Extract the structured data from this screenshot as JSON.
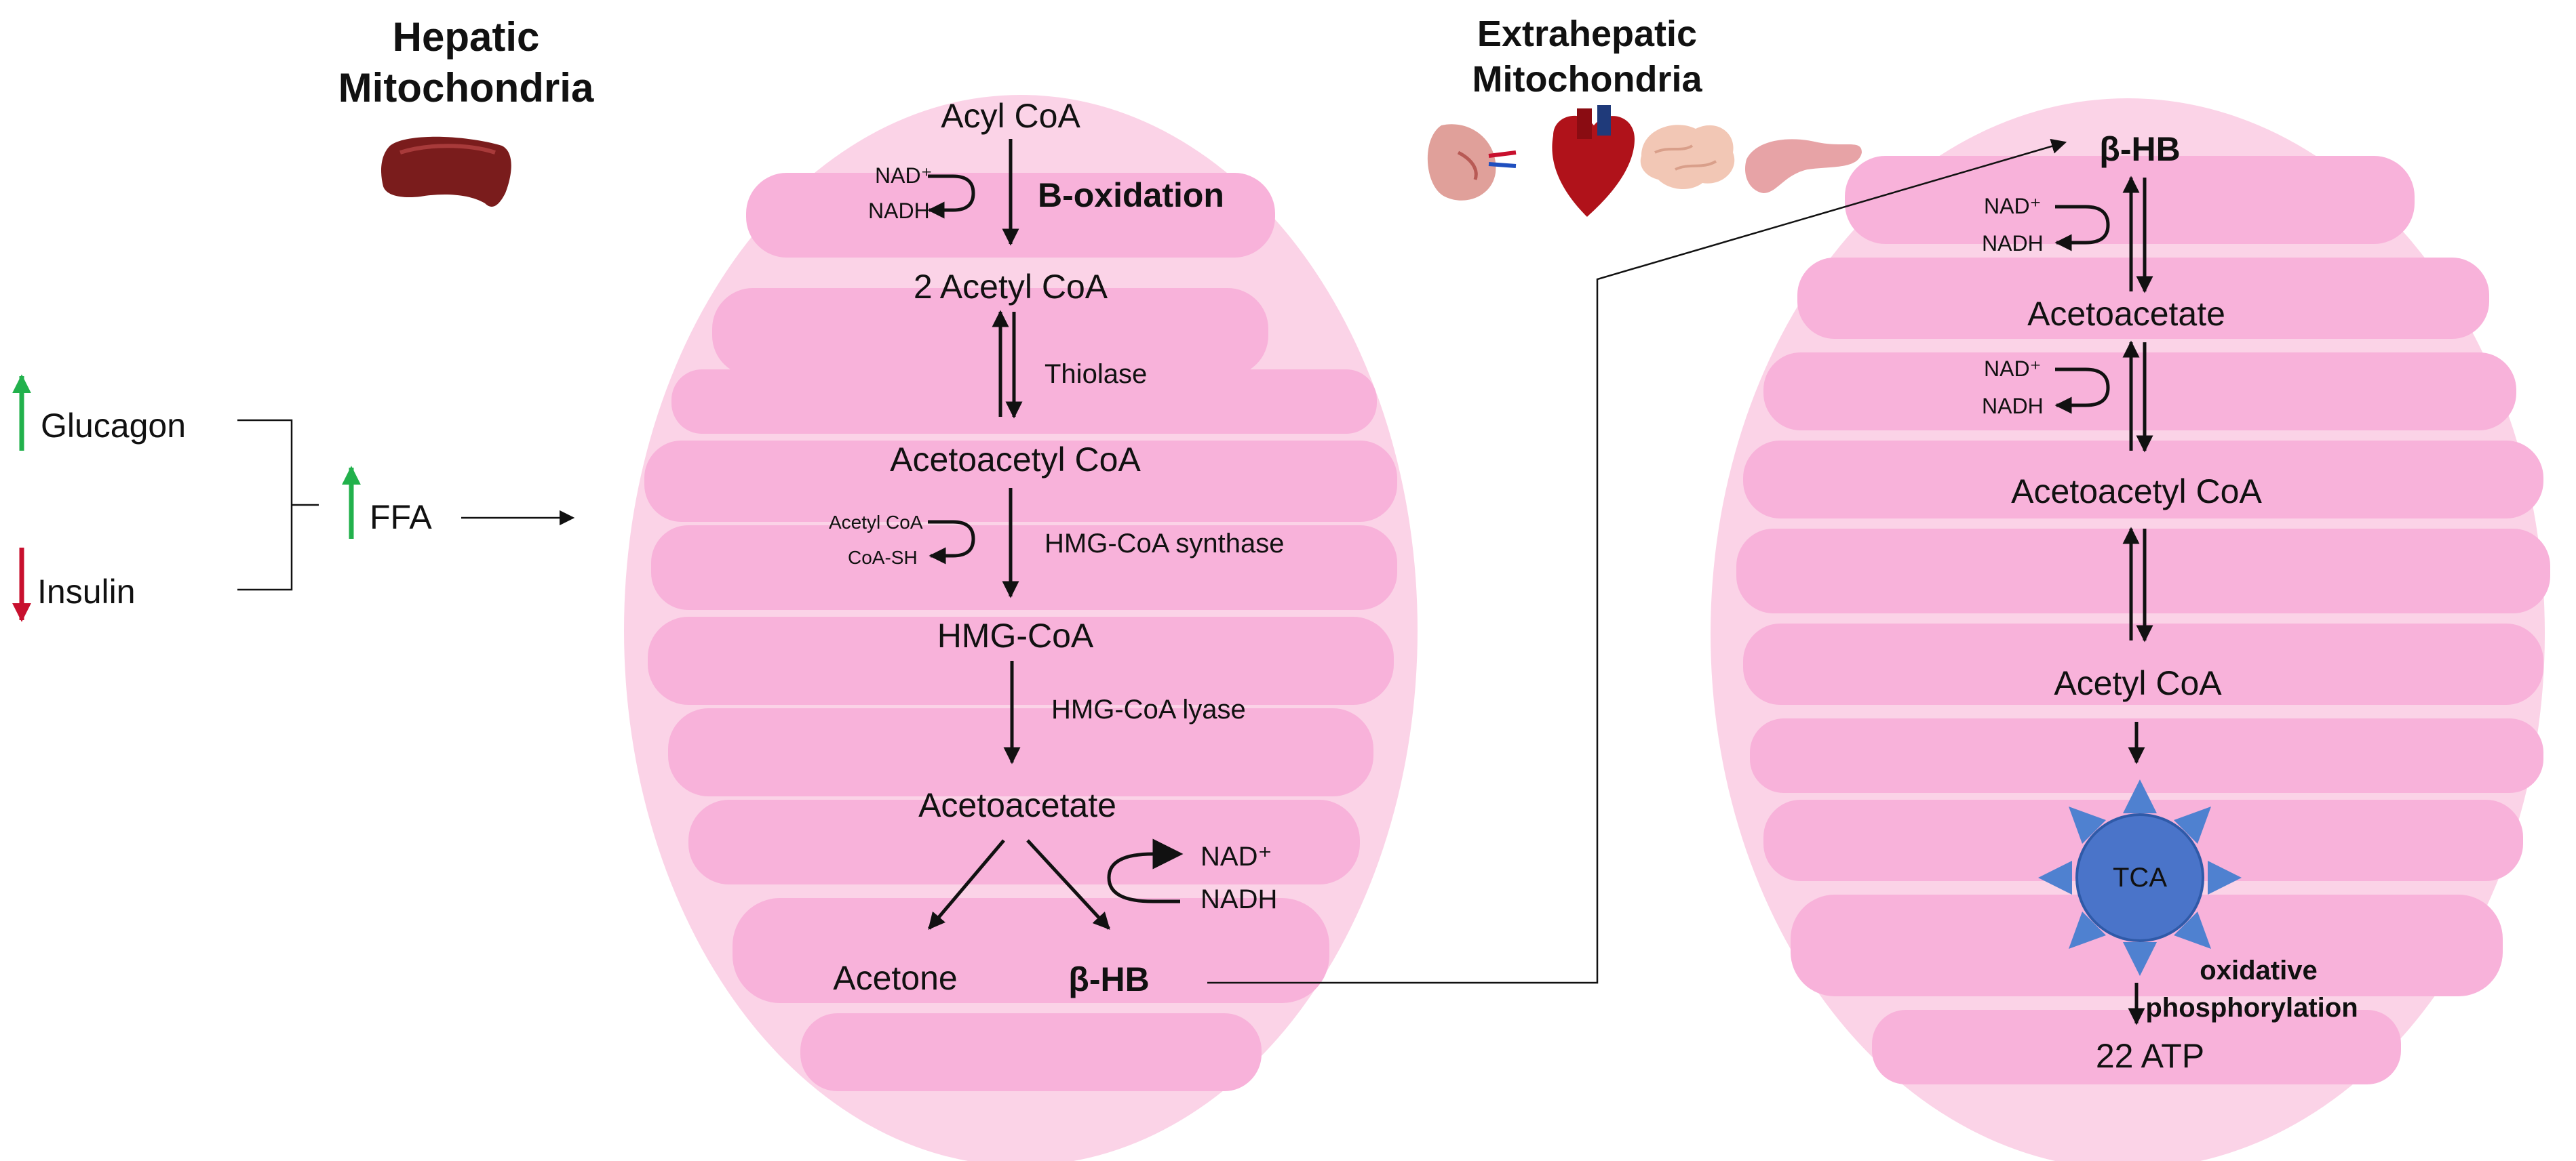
{
  "hepatic": {
    "title_line1": "Hepatic",
    "title_line2": "Mitochondria",
    "liver_icon": "liver-icon"
  },
  "extrahepatic": {
    "title_line1": "Extrahepatic",
    "title_line2": "Mitochondria",
    "organ_icons": [
      "kidney-icon",
      "heart-icon",
      "brain-icon",
      "pancreas-icon"
    ]
  },
  "regulation": {
    "glucagon": "Glucagon",
    "insulin": "Insulin",
    "ffa": "FFA"
  },
  "liver_pathway": {
    "acyl_coa": "Acyl CoA",
    "b_oxidation": "B-oxidation",
    "nad1": "NAD⁺",
    "nadh1": "NADH",
    "acetyl_coa_2": "2 Acetyl CoA",
    "thiolase": "Thiolase",
    "acetoacetyl_coa": "Acetoacetyl CoA",
    "acetyl_coa_in": "Acetyl CoA",
    "coa_sh": "CoA-SH",
    "hmg_synthase": "HMG-CoA synthase",
    "hmg_coa": "HMG-CoA",
    "hmg_lyase": "HMG-CoA lyase",
    "acetoacetate": "Acetoacetate",
    "nad2": "NAD⁺",
    "nadh2": "NADH",
    "acetone": "Acetone",
    "bhb": "β-HB"
  },
  "tissue_pathway": {
    "bhb": "β-HB",
    "nad1": "NAD⁺",
    "nadh1": "NADH",
    "acetoacetate": "Acetoacetate",
    "nad2": "NAD⁺",
    "nadh2": "NADH",
    "acetoacetyl_coa": "Acetoacetyl CoA",
    "acetyl_coa": "Acetyl CoA",
    "tca": "TCA",
    "oxphos_line1": "oxidative",
    "oxphos_line2": "phosphorylation",
    "atp": "22 ATP"
  },
  "colors": {
    "outer_membrane": "#fbd3e7",
    "cristae": "#f8b2da",
    "up_arrow": "#22b14c",
    "down_arrow": "#c8102e",
    "tca_fill": "#4a74c9",
    "tca_star": "#4f81d0"
  }
}
